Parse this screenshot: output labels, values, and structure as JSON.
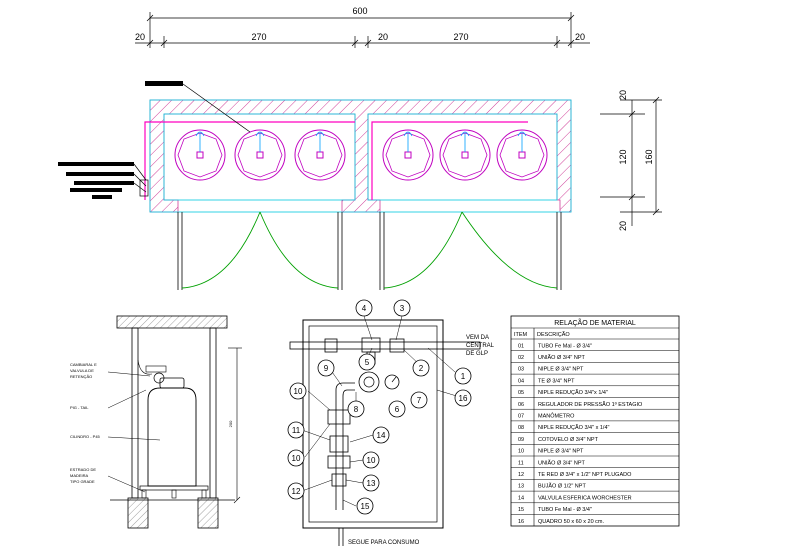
{
  "dimensions": {
    "total": "600",
    "seg1": "20",
    "seg2": "270",
    "seg3": "20",
    "seg4": "270",
    "seg5": "20",
    "right_top": "20",
    "right_mid": "120",
    "right_bottom": "20",
    "right_total": "160",
    "section_height": "200"
  },
  "flow_labels": {
    "inlet_line1": "VEM DA",
    "inlet_line2": "CENTRAL",
    "inlet_line3": "DE GLP",
    "outlet": "SEGUE PARA CONSUMO"
  },
  "section_labels": {
    "l1a": "CAMBIARAL E",
    "l1b": "VALVULA DE",
    "l1c": "RETENÇÃO",
    "l2": "PIG - TAIL",
    "l3": "CILINDRO - P45",
    "l4a": "ESTRADO DE",
    "l4b": "MADEIRA",
    "l4c": "TIPO GRADE"
  },
  "callouts": [
    "4",
    "3",
    "5",
    "2",
    "1",
    "9",
    "7",
    "8",
    "6",
    "16",
    "10",
    "11",
    "14",
    "10",
    "10",
    "12",
    "13",
    "15"
  ],
  "table": {
    "title": "RELAÇÃO DE MATERIAL",
    "col_item": "ITEM",
    "col_desc": "DESCRIÇÃO",
    "rows": [
      {
        "item": "01",
        "desc": "TUBO Fe Mal - Ø 3/4\""
      },
      {
        "item": "02",
        "desc": "UNIÃO Ø 3/4\" NPT"
      },
      {
        "item": "03",
        "desc": "NIPLE Ø 3/4\" NPT"
      },
      {
        "item": "04",
        "desc": "TE Ø 3/4\" NPT"
      },
      {
        "item": "05",
        "desc": "NIPLE REDUÇÃO 3/4\"x 1/4\""
      },
      {
        "item": "06",
        "desc": "REGULADOR DE PRESSÃO 1º ESTAGIO"
      },
      {
        "item": "07",
        "desc": "MANÔMETRO"
      },
      {
        "item": "08",
        "desc": "NIPLE REDUÇÃO 3/4\" x 1/4\""
      },
      {
        "item": "09",
        "desc": "COTOVELO Ø 3/4\" NPT"
      },
      {
        "item": "10",
        "desc": "NIPLE Ø 3/4\" NPT"
      },
      {
        "item": "11",
        "desc": "UNIÃO Ø 3/4\" NPT"
      },
      {
        "item": "12",
        "desc": "TE RED Ø 3/4\" x 1/2\" NPT PLUGADO"
      },
      {
        "item": "13",
        "desc": "BUJÃO Ø 1/2\" NPT"
      },
      {
        "item": "14",
        "desc": "VALVULA ESFERICA WORCHESTER"
      },
      {
        "item": "15",
        "desc": "TUBO Fe Mal - Ø 3/4\""
      },
      {
        "item": "16",
        "desc": "QUADRO 50 x 60 x 20 cm."
      }
    ]
  },
  "colors": {
    "wall_hatch": "#d0409a",
    "cylinder": "#c000c0",
    "inner_outline": "#00c8e0",
    "door_arc": "#00a000",
    "line": "#000000"
  }
}
